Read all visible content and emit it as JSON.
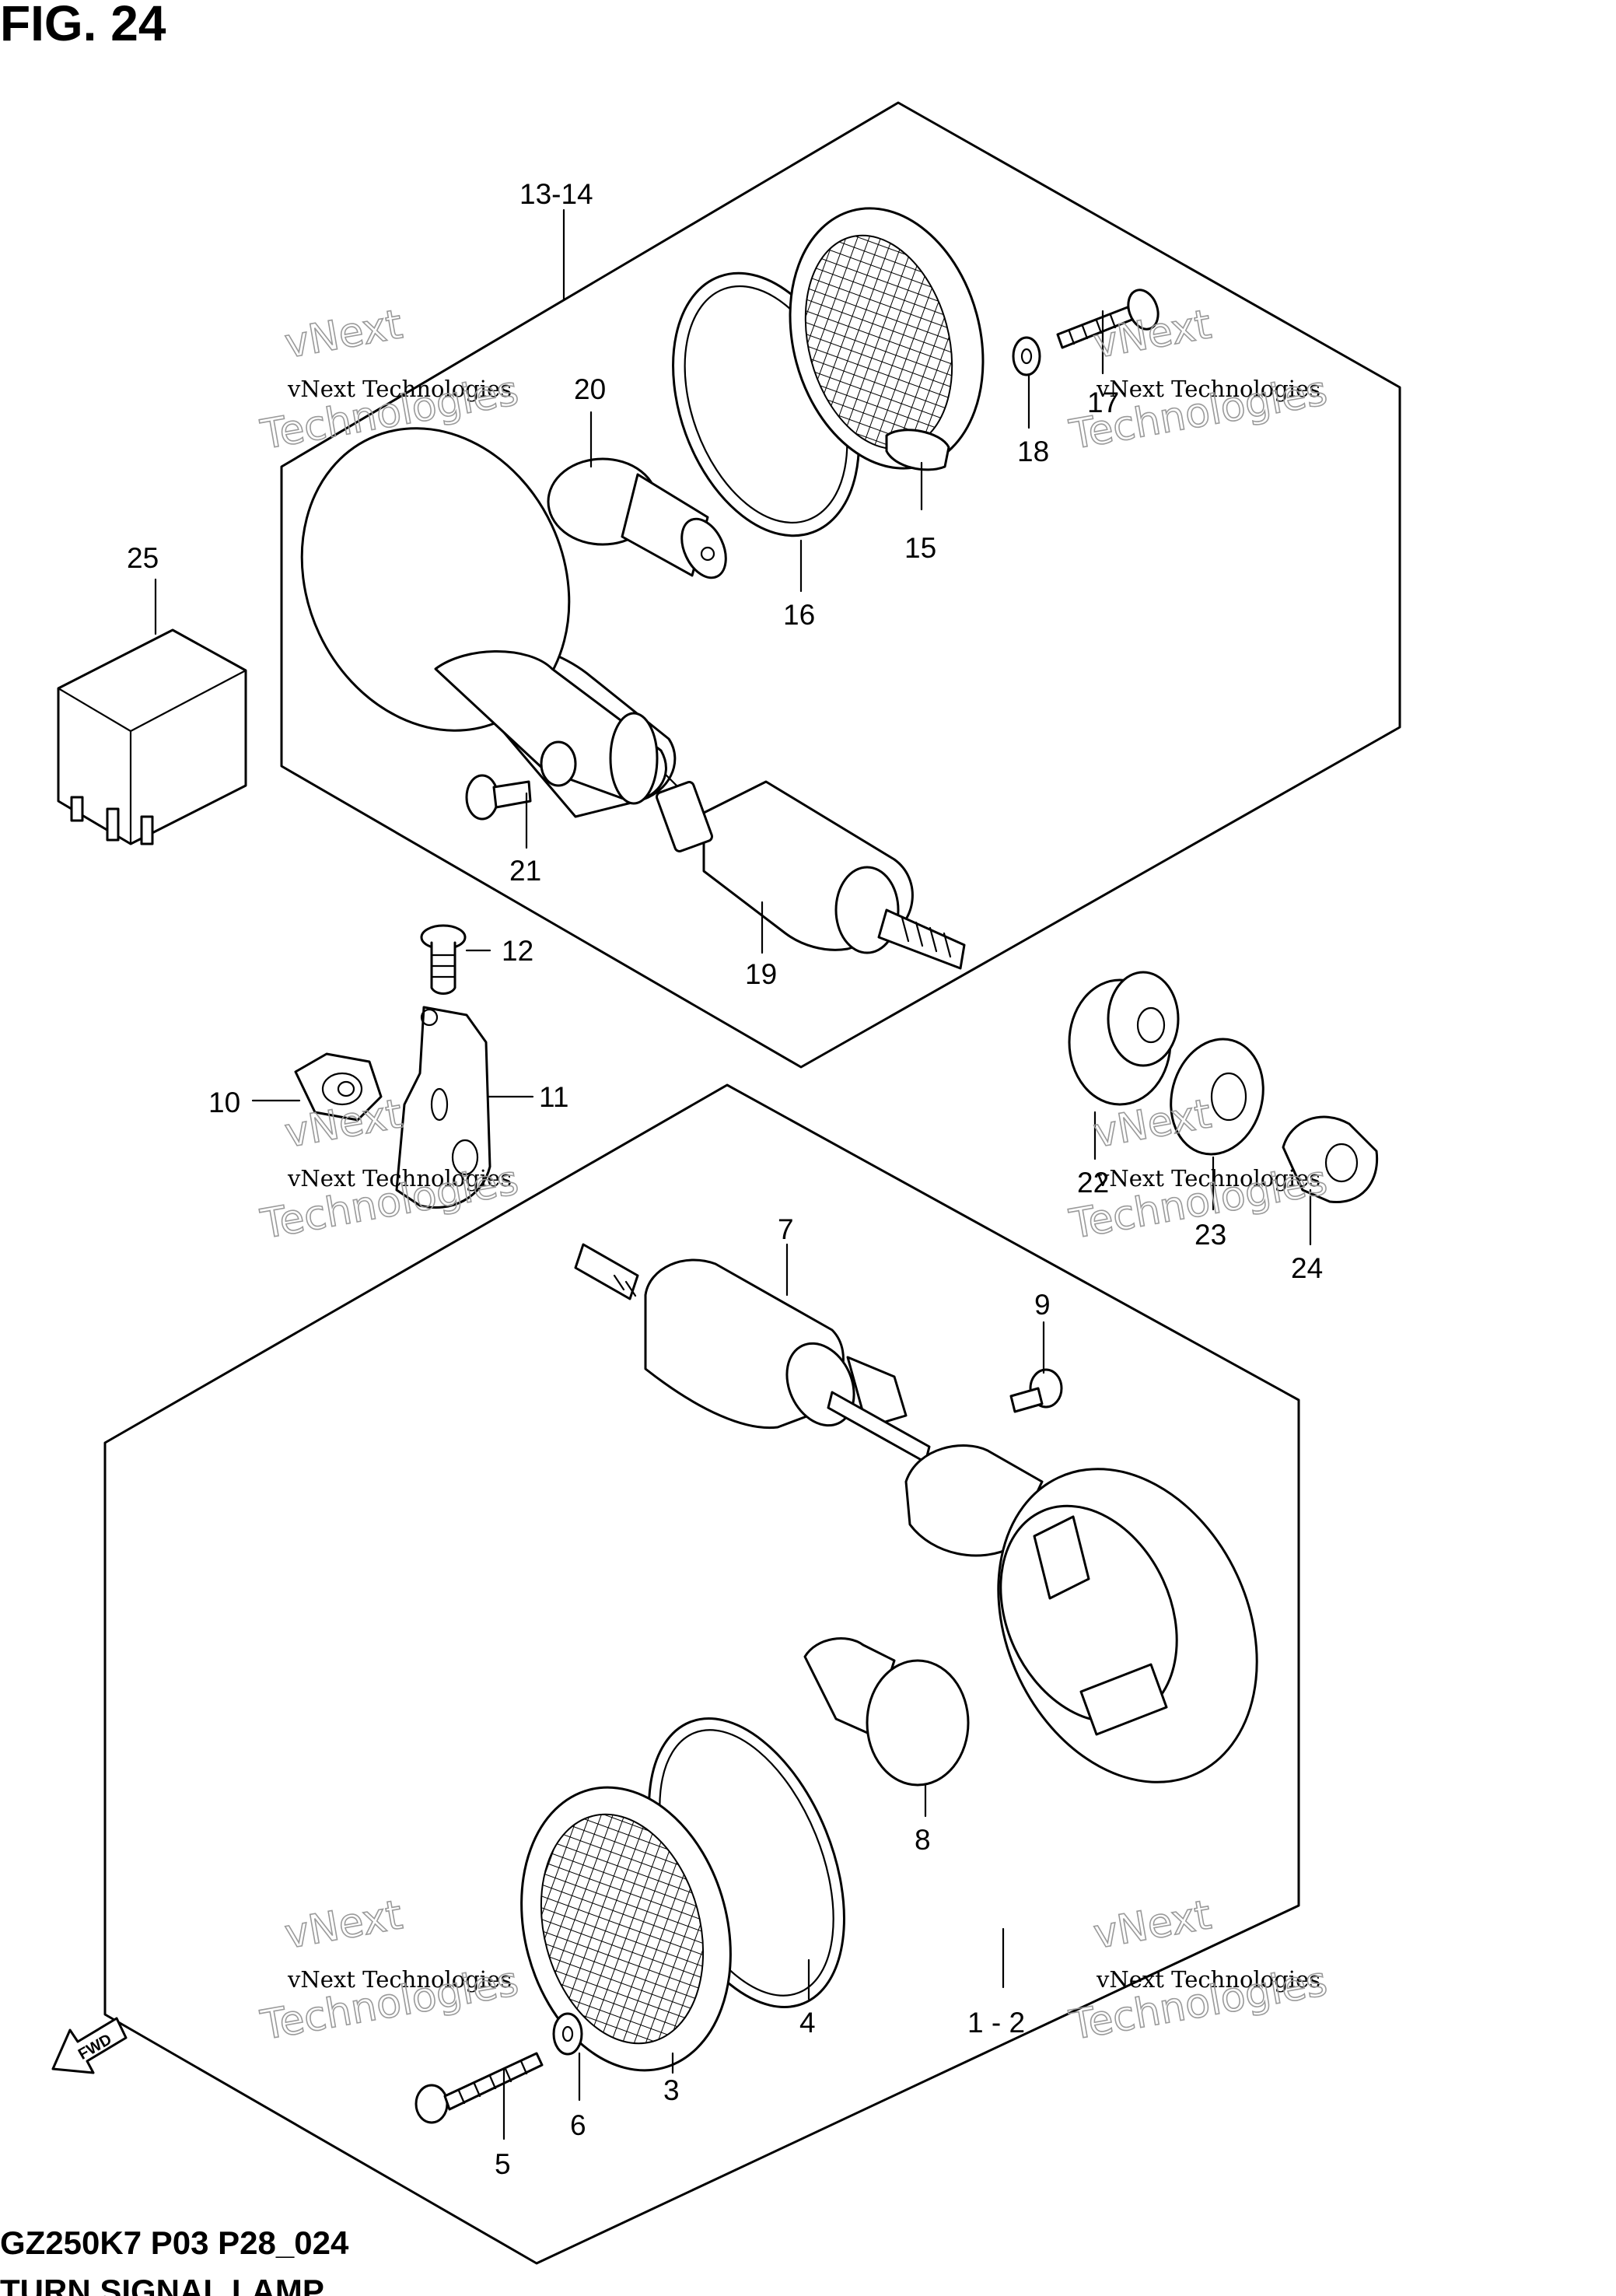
{
  "figure": {
    "number_label": "FIG. 24",
    "model_code": "GZ250K7 P03 P28_024",
    "title": "TURN SIGNAL LAMP",
    "fwd_arrow_label": "FWD"
  },
  "callouts": {
    "c1_2": "1 - 2",
    "c3": "3",
    "c4": "4",
    "c5": "5",
    "c6": "6",
    "c7": "7",
    "c8": "8",
    "c9": "9",
    "c10": "10",
    "c11": "11",
    "c12": "12",
    "c13_14": "13-14",
    "c15": "15",
    "c16": "16",
    "c17": "17",
    "c18": "18",
    "c19": "19",
    "c20": "20",
    "c21": "21",
    "c22": "22",
    "c23": "23",
    "c24": "24",
    "c25": "25"
  },
  "watermark": {
    "line_vnext": "vNext",
    "line_company": "vNext Technologies",
    "line_tech": "Technologies"
  },
  "colors": {
    "ink": "#000000",
    "background": "#ffffff",
    "watermark": "#9a9a9a"
  }
}
